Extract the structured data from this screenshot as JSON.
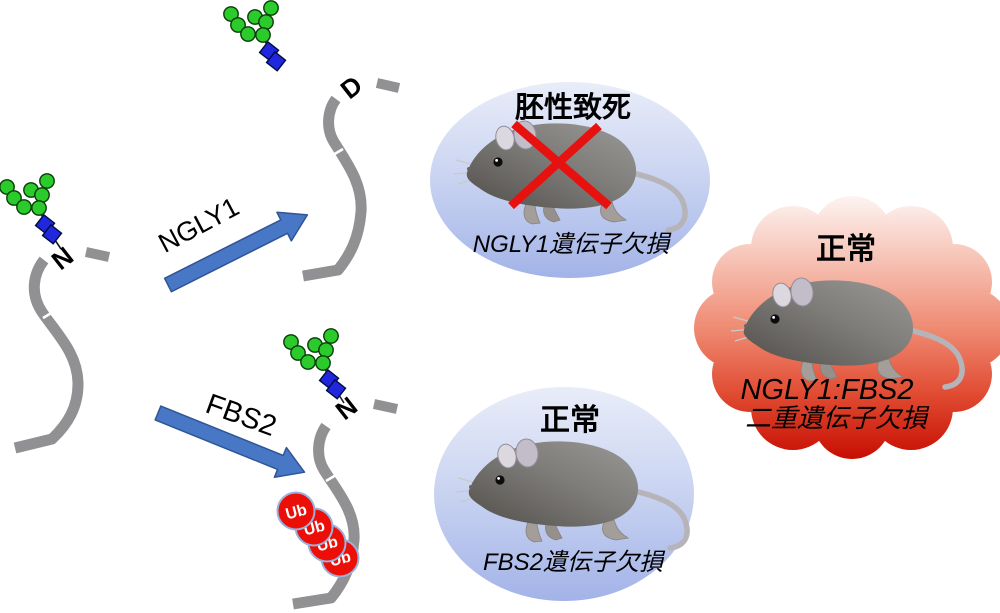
{
  "figure": {
    "arrows": {
      "ngly1": "NGLY1",
      "fbs2": "FBS2"
    },
    "substrate": {
      "n_site": "N",
      "d_site": "D",
      "ub": "Ub"
    },
    "panels": {
      "ngly1_ko": {
        "outcome": "胚性致死",
        "genotype": "NGLY1遺伝子欠損"
      },
      "fbs2_ko": {
        "outcome": "正常",
        "genotype": "FBS2遺伝子欠損"
      },
      "double_ko": {
        "outcome": "正常",
        "genotype_line1": "NGLY1:FBS2",
        "genotype_line2": "二重遺伝子欠損"
      }
    },
    "colors": {
      "glycan_green": "#2bcb2b",
      "glycan_blue": "#2127dd",
      "chain_gray": "#919194",
      "arrow_blue": "#4877c6",
      "arrow_border": "#2f5597",
      "ub_red": "#ec0f08",
      "cross_red": "#e71210",
      "panel_blue_light": "#e9edf9",
      "panel_blue_dark": "#a3b3e8",
      "cloud_light": "#fdf4f2",
      "cloud_dark": "#c60b00",
      "mouse_gray": "#7e7c79"
    }
  }
}
